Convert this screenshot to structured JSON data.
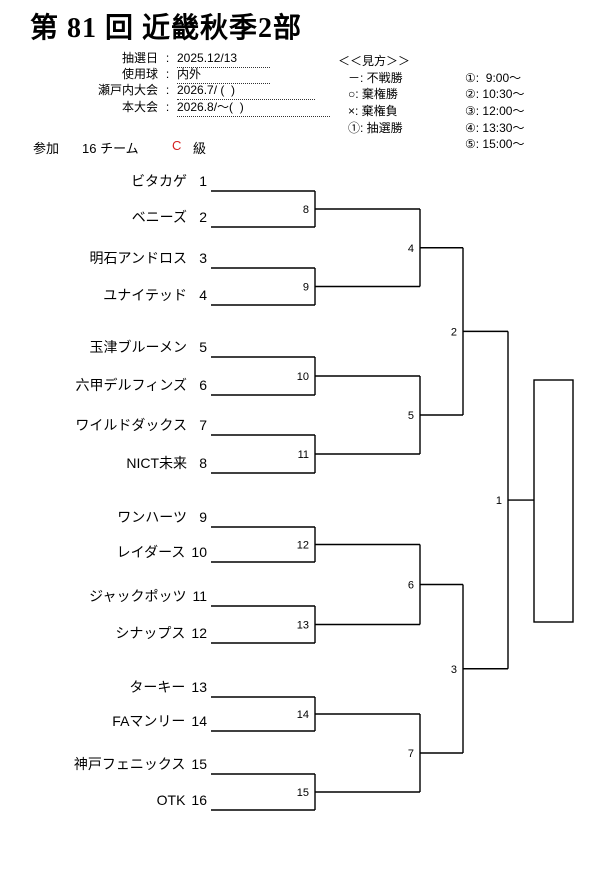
{
  "title": "第 81 回 近畿秋季2部",
  "info_form": {
    "separator": ":",
    "rows": [
      {
        "label": "抽選日",
        "value": "2025.12/13"
      },
      {
        "label": "使用球",
        "value": "内外"
      },
      {
        "label": "瀬戸内大会",
        "value": "2026.7/ (  )"
      },
      {
        "label": "本大会",
        "value": "2026.8/～(  )"
      }
    ]
  },
  "legend": {
    "title": "＜＜見方＞＞",
    "items": [
      {
        "symbol": "－",
        "meaning": "不戦勝"
      },
      {
        "symbol": "○",
        "meaning": "棄権勝"
      },
      {
        "symbol": "×",
        "meaning": "棄権負"
      },
      {
        "symbol": "①",
        "meaning": "抽選勝"
      }
    ]
  },
  "schedule_times": [
    {
      "symbol": "①",
      "time": "9:00～"
    },
    {
      "symbol": "②",
      "time": "10:30～"
    },
    {
      "symbol": "③",
      "time": "12:00～"
    },
    {
      "symbol": "④",
      "time": "13:30～"
    },
    {
      "symbol": "⑤",
      "time": "15:00～"
    }
  ],
  "participation": {
    "label": "参加",
    "team_count": "16 チーム",
    "grade": "C",
    "grade_label": "級",
    "grade_color": "#d42020"
  },
  "bracket": {
    "teams": [
      {
        "name": "ビタカゲ",
        "seed": "1"
      },
      {
        "name": "ベニーズ",
        "seed": "2"
      },
      {
        "name": "明石アンドロス",
        "seed": "3"
      },
      {
        "name": "ユナイテッド",
        "seed": "4"
      },
      {
        "name": "玉津ブルーメン",
        "seed": "5"
      },
      {
        "name": "六甲デルフィンズ",
        "seed": "6"
      },
      {
        "name": "ワイルドダックス",
        "seed": "7"
      },
      {
        "name": "NICT未来",
        "seed": "8"
      },
      {
        "name": "ワンハーツ",
        "seed": "9"
      },
      {
        "name": "レイダース",
        "seed": "10"
      },
      {
        "name": "ジャックポッツ",
        "seed": "11"
      },
      {
        "name": "シナップス",
        "seed": "12"
      },
      {
        "name": "ターキー",
        "seed": "13"
      },
      {
        "name": "FAマンリー",
        "seed": "14"
      },
      {
        "name": "神戸フェニックス",
        "seed": "15"
      },
      {
        "name": "OTK",
        "seed": "16"
      }
    ],
    "round1_match_numbers": [
      "8",
      "9",
      "10",
      "11",
      "12",
      "13",
      "14",
      "15"
    ],
    "round2_match_numbers": [
      "4",
      "5",
      "6",
      "7"
    ],
    "round3_match_numbers": [
      "2",
      "3"
    ],
    "final_match_number": "1"
  }
}
